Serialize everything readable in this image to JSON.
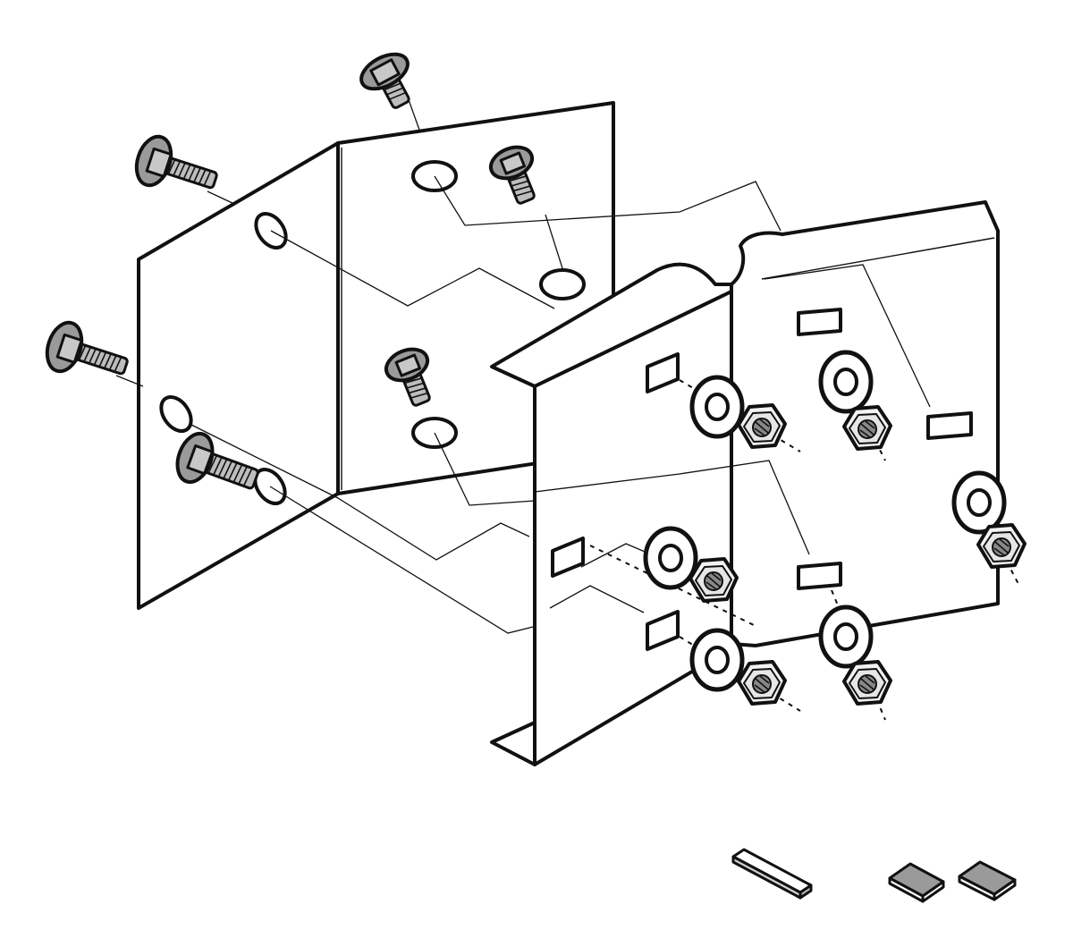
{
  "diagram": {
    "kind": "exploded-assembly",
    "parts": {
      "rear_bracket": "angle-bracket",
      "front_bracket": "channel-bracket",
      "bolts": 6,
      "washers": 6,
      "nuts": 6,
      "loose_parts": [
        "strip",
        "pad",
        "pad"
      ]
    },
    "colors": {
      "line": "#111111",
      "background": "#ffffff",
      "metal_fill": "#bdbdbd",
      "pad_fill": "#9a9a9a"
    }
  }
}
